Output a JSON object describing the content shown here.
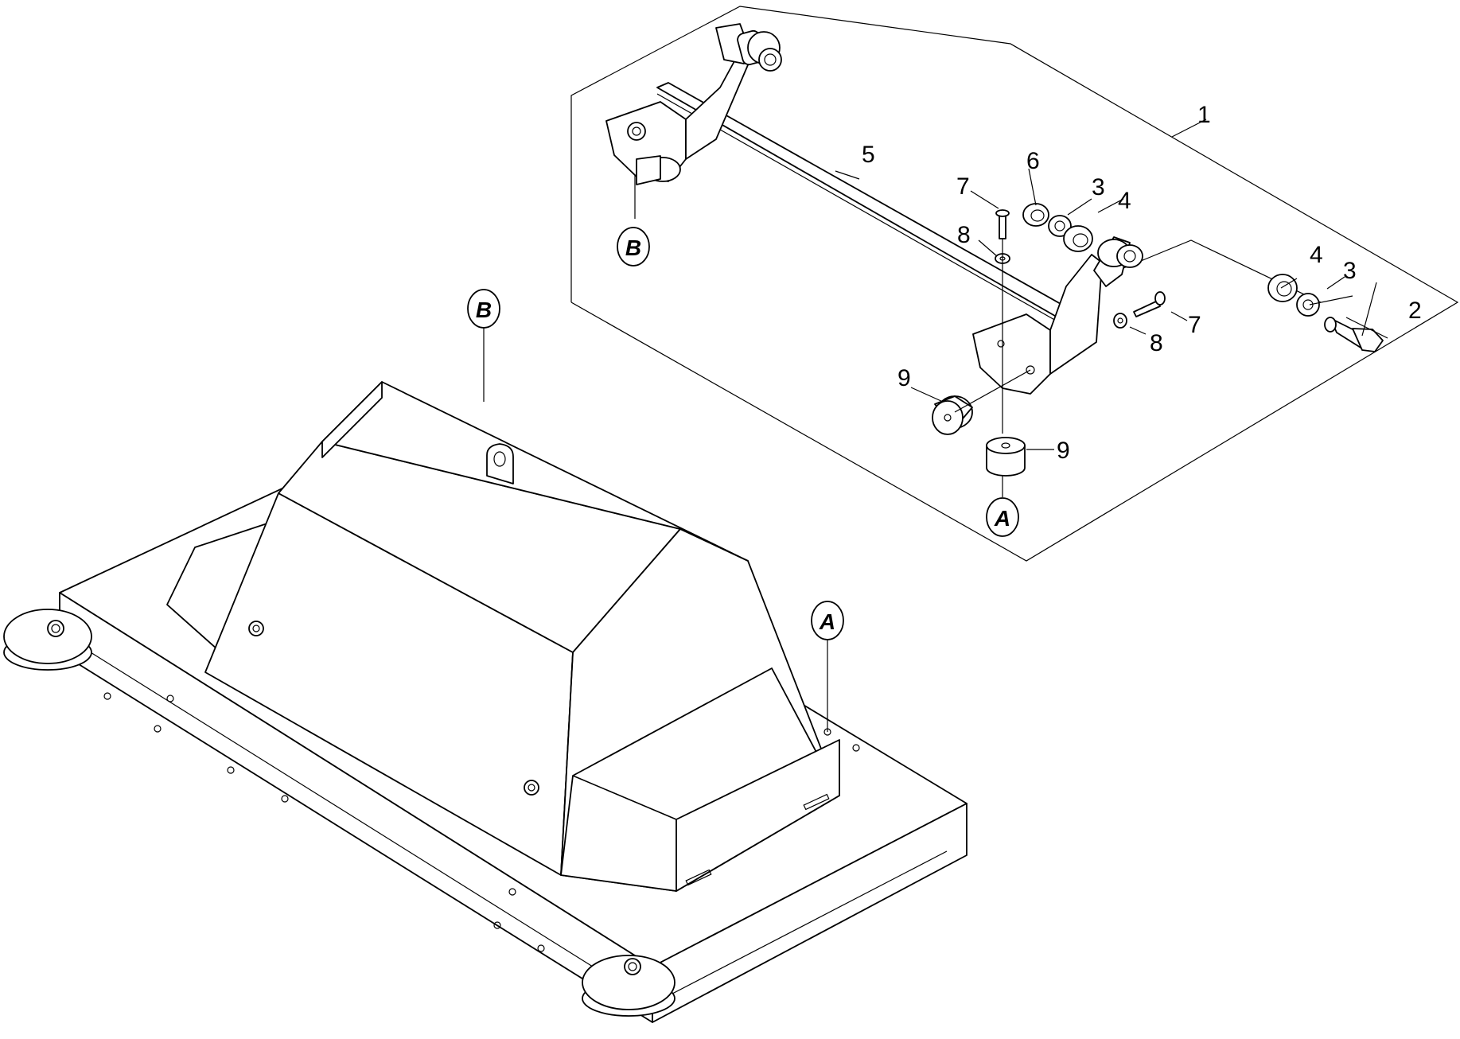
{
  "callouts": {
    "assembly": "1",
    "bolt": "2",
    "washer_right": "3",
    "washer_left": "3",
    "bushing_right": "4",
    "bushing_left": "4",
    "tube": "5",
    "nut": "6",
    "pin_top": "7",
    "pin_right": "7",
    "small_washer_top": "8",
    "small_washer_right": "8",
    "bumper_left": "9",
    "bumper_right": "9"
  },
  "reference_tags": {
    "b_upper": "B",
    "b_lower": "B",
    "a_upper": "A",
    "a_lower": "A"
  }
}
